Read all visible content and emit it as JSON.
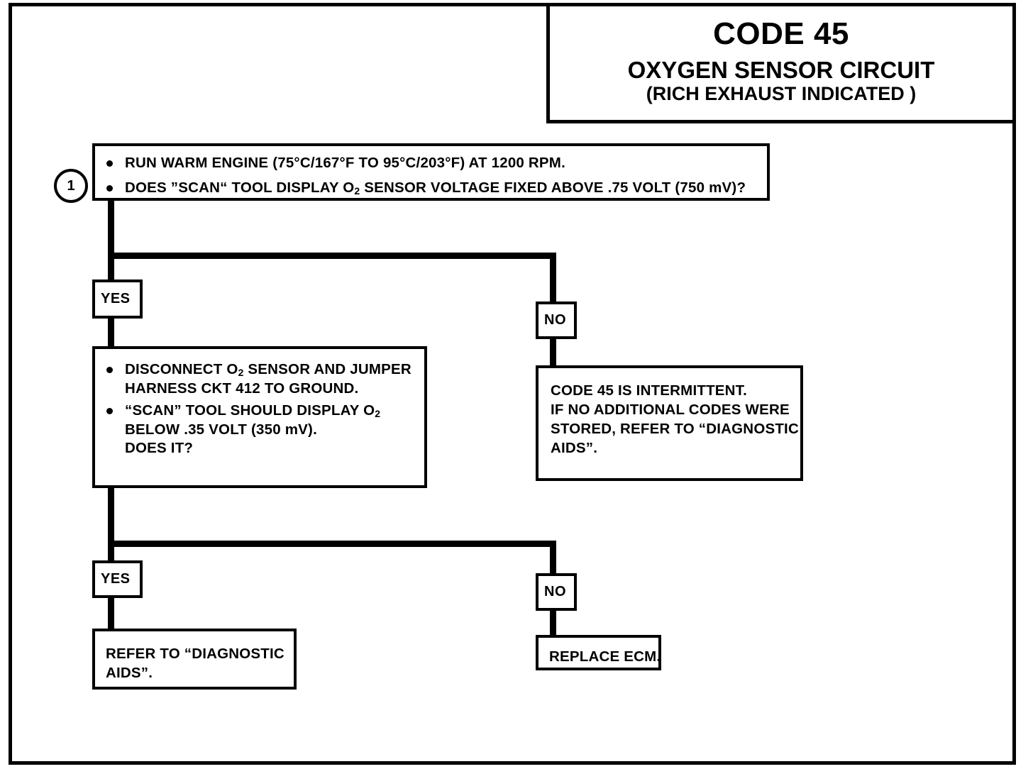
{
  "document": {
    "title_code": "CODE 45",
    "title_line1": "OXYGEN SENSOR CIRCUIT",
    "title_line2": "(RICH EXHAUST INDICATED )"
  },
  "step_marker": {
    "number": "1"
  },
  "labels": {
    "yes_upper": "YES",
    "no_upper": "NO",
    "yes_lower": "YES",
    "no_lower": "NO"
  },
  "boxes": {
    "step1": {
      "bullet1_a": "RUN WARM ENGINE  (75°C/167°F TO 95°C/203°F) AT 1200 RPM.",
      "bullet2_a": "DOES ”SCAN“ TOOL DISPLAY O",
      "bullet2_sub": "2",
      "bullet2_b": " SENSOR  VOLTAGE FIXED ABOVE .75 VOLT  (750 mV)?"
    },
    "step2": {
      "bullet1_line1_a": "DISCONNECT O",
      "bullet1_line1_sub": "2",
      "bullet1_line1_b": " SENSOR AND JUMPER",
      "bullet1_line2": "HARNESS CKT 412 TO GROUND.",
      "bullet2_line1_a": "“SCAN” TOOL SHOULD DISPLAY O",
      "bullet2_line1_sub": "2",
      "bullet2_line2": "BELOW .35 VOLT  (350 mV).",
      "bullet2_line3": "DOES IT?"
    },
    "intermittent": {
      "line1": "CODE 45 IS INTERMITTENT.",
      "line2": "IF NO ADDITIONAL CODES WERE",
      "line3": "STORED, REFER TO  “DIAGNOSTIC",
      "line4": "AIDS”."
    },
    "refer_aids": {
      "line1": "REFER TO  “DIAGNOSTIC",
      "line2": "AIDS”."
    },
    "replace_ecm": {
      "line1": "REPLACE ECM."
    }
  },
  "colors": {
    "ink": "#000000",
    "paper": "#ffffff"
  }
}
